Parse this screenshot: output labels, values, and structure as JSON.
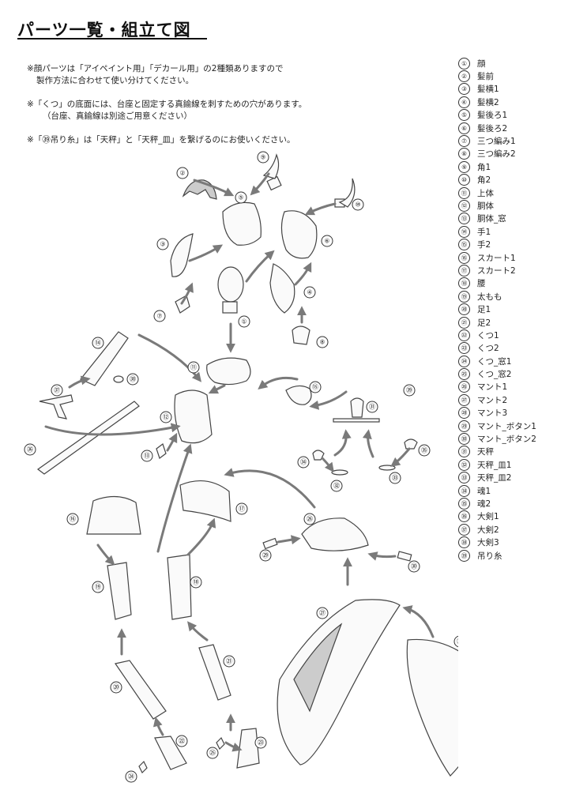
{
  "title": "パーツ一覧・組立て図",
  "notes": [
    {
      "lines": [
        "※顔パーツは「アイペイント用」「デカール用」の2種類ありますので",
        "製作方法に合わせて使い分けてください。"
      ]
    },
    {
      "lines": [
        "※「くつ」の底面には、台座と固定する真鍮線を刺すための穴があります。",
        "（台座、真鍮線は別途ご用意ください）"
      ]
    },
    {
      "lines": [
        "※「㊴吊り糸」は「天秤」と「天秤_皿」を繋げるのにお使いください。"
      ]
    }
  ],
  "parts": [
    {
      "num": "①",
      "name": "顔"
    },
    {
      "num": "②",
      "name": "髪前"
    },
    {
      "num": "③",
      "name": "髪横1"
    },
    {
      "num": "④",
      "name": "髪横2"
    },
    {
      "num": "⑤",
      "name": "髪後ろ1"
    },
    {
      "num": "⑥",
      "name": "髪後ろ2"
    },
    {
      "num": "⑦",
      "name": "三つ編み1"
    },
    {
      "num": "⑧",
      "name": "三つ編み2"
    },
    {
      "num": "⑨",
      "name": "角1"
    },
    {
      "num": "⑩",
      "name": "角2"
    },
    {
      "num": "⑪",
      "name": "上体"
    },
    {
      "num": "⑫",
      "name": "胴体"
    },
    {
      "num": "⑬",
      "name": "胴体_窓"
    },
    {
      "num": "⑭",
      "name": "手1"
    },
    {
      "num": "⑮",
      "name": "手2"
    },
    {
      "num": "⑯",
      "name": "スカート1"
    },
    {
      "num": "⑰",
      "name": "スカート2"
    },
    {
      "num": "⑱",
      "name": "腰"
    },
    {
      "num": "⑲",
      "name": "太もも"
    },
    {
      "num": "⑳",
      "name": "足1"
    },
    {
      "num": "㉑",
      "name": "足2"
    },
    {
      "num": "㉒",
      "name": "くつ1"
    },
    {
      "num": "㉓",
      "name": "くつ2"
    },
    {
      "num": "㉔",
      "name": "くつ_窓1"
    },
    {
      "num": "㉕",
      "name": "くつ_窓2"
    },
    {
      "num": "㉖",
      "name": "マント1"
    },
    {
      "num": "㉗",
      "name": "マント2"
    },
    {
      "num": "㉘",
      "name": "マント3"
    },
    {
      "num": "㉙",
      "name": "マント_ボタン1"
    },
    {
      "num": "㉚",
      "name": "マント_ボタン2"
    },
    {
      "num": "㉛",
      "name": "天秤"
    },
    {
      "num": "㉜",
      "name": "天秤_皿1"
    },
    {
      "num": "㉝",
      "name": "天秤_皿2"
    },
    {
      "num": "㉞",
      "name": "魂1"
    },
    {
      "num": "㉟",
      "name": "魂2"
    },
    {
      "num": "㊱",
      "name": "大剣1"
    },
    {
      "num": "㊲",
      "name": "大剣2"
    },
    {
      "num": "㊳",
      "name": "大剣3"
    },
    {
      "num": "㊴",
      "name": "吊り糸"
    }
  ]
}
